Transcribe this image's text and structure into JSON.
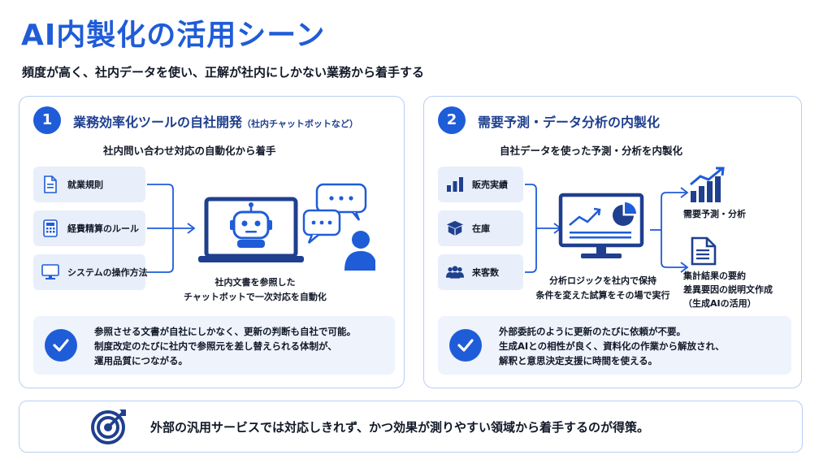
{
  "header": {
    "title": "AI内製化の活用シーン",
    "subtitle": "頻度が高く、社内データを使い、正解が社内にしかない業務から着手する"
  },
  "panel1": {
    "number": "1",
    "title": "業務効率化ツールの自社開発",
    "title_note": "（社内チャットボットなど）",
    "lead": "社内問い合わせ対応の自動化から着手",
    "sources": [
      {
        "label": "就業規則",
        "icon": "document-icon"
      },
      {
        "label": "経費精算のルール",
        "icon": "calculator-icon"
      },
      {
        "label": "システムの操作方法",
        "icon": "monitor-icon"
      }
    ],
    "center_note_1": "社内文書を参照した",
    "center_note_2": "チャットボットで一次対応を自動化",
    "benefit_1": "参照させる文書が自社にしかなく、更新の判断も自社で可能。",
    "benefit_2": "制度改定のたびに社内で参照元を差し替えられる体制が、",
    "benefit_3": "運用品質につながる。"
  },
  "panel2": {
    "number": "2",
    "title": "需要予測・データ分析の内製化",
    "lead": "自社データを使った予測・分析を内製化",
    "sources": [
      {
        "label": "販売実績",
        "icon": "bar-chart-icon"
      },
      {
        "label": "在庫",
        "icon": "box-icon"
      },
      {
        "label": "来客数",
        "icon": "people-icon"
      }
    ],
    "center_note_1": "分析ロジックを社内で保持",
    "center_note_2": "条件を変えた試算をその場で実行",
    "output_1": "需要予測・分析",
    "output_2_line1": "集計結果の要約",
    "output_2_line2": "差異要因の説明文作成",
    "output_2_line3": "（生成AIの活用）",
    "benefit_1": "外部委託のように更新のたびに依頼が不要。",
    "benefit_2": "生成AIとの相性が良く、資料化の作業から解放され、",
    "benefit_3": "解釈と意思決定支援に時間を使える。"
  },
  "footer": {
    "text": "外部の汎用サービスでは対応しきれず、かつ効果が測りやすい領域から着手するのが得策。",
    "icon": "target-icon"
  },
  "colors": {
    "accent": "#1f5cd8",
    "panel_border": "#b9cdf2",
    "item_bg": "#e8effb",
    "title_text": "#1f3f8f"
  }
}
